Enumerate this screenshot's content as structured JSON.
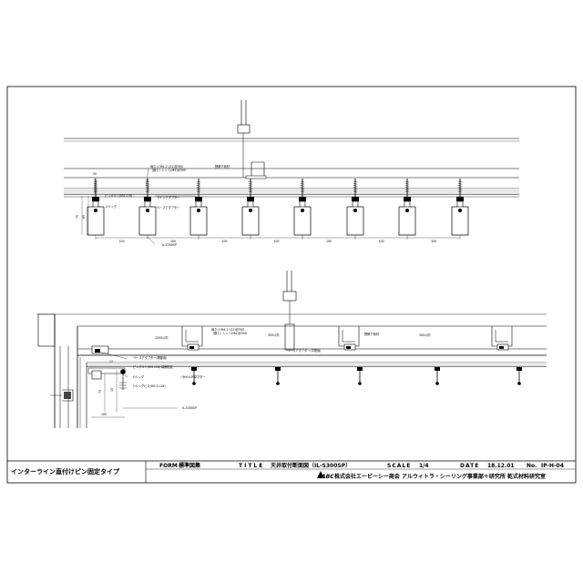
{
  "title_block": {
    "name": "インターライン直付けピン固定タイプ",
    "form_label": "FORM",
    "form_value": "標準図集",
    "title_label": "TITLE",
    "title_value": "天井取付断面図（IL-S300SP）",
    "scale_label": "SCALE",
    "scale_value": "1/4",
    "date_label": "DATE",
    "date_value": "18.12.01",
    "no_label": "No.",
    "no_value": "IP-H-04",
    "company_logo": "ABC",
    "company": "株式会社エービーシー商会 アルウィトラ・シーリング事業部＋研究所 乾式材料研究室"
  },
  "upper_view": {
    "labels": {
      "screw": "両ネジ(M4.2 L32)@300",
      "screw_note": "（鋼と）ＬＬＣ(M4)@300",
      "runner": "野縁下地材",
      "pin": "ピンボルト(M4 L18)",
      "o_ring": "Oリング",
      "line_adapter": "ラインアダプター",
      "base_adapter": "ベースアダプター",
      "product": "IL-S300SP"
    },
    "dims": [
      "75",
      "65",
      "50",
      "100",
      "100",
      "100",
      "100",
      "100",
      "100",
      "100"
    ]
  },
  "lower_view": {
    "labels": {
      "screw": "両ネジ(M4.2 L32)@300",
      "screw_note": "（鋼と）ＬＬＣ(M4)@300",
      "runner": "野縁下地材",
      "runner2": "野縁下地材",
      "pitch1": "1200以内",
      "pitch2": "300以内",
      "pitch3": "300以内",
      "base_adapter_corner": "ベースアダプター(隅部用)",
      "base_adapter_mid": "ベースアダプター(中間用)",
      "pin": "ピンボルト(M4 L18) 端部固定",
      "o_ring": "Oリング",
      "o_screw": "Oリングビス(M3.5 L18)",
      "line_adapter": "ラインアダプター",
      "product": "IL-S300SP"
    },
    "dims": [
      "75",
      "15",
      "12",
      "100"
    ]
  }
}
